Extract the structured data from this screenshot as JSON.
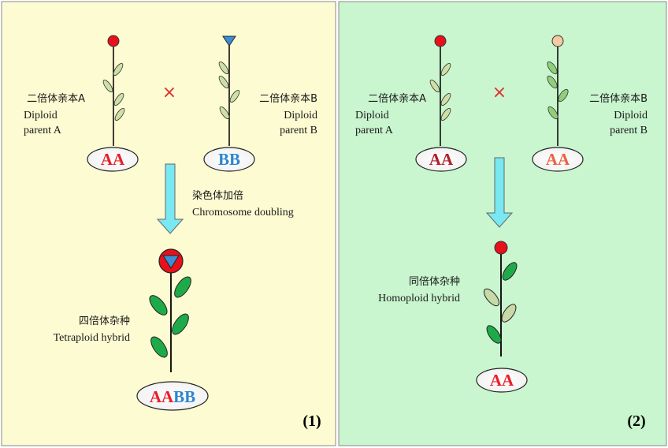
{
  "panel1": {
    "parent_a": {
      "cn": "二倍体亲本A",
      "en1": "Diploid",
      "en2": "parent A",
      "genome": "AA"
    },
    "cross_symbol": "×",
    "parent_b": {
      "cn": "二倍体亲本B",
      "en1": "Diploid",
      "en2": "parent B",
      "genome": "BB"
    },
    "process": {
      "cn": "染色体加倍",
      "en": "Chromosome doubling"
    },
    "hybrid": {
      "cn": "四倍体杂种",
      "en": "Tetraploid hybrid",
      "genome_part1": "AA",
      "genome_part2": "BB"
    },
    "number": "(1)"
  },
  "panel2": {
    "parent_a": {
      "cn": "二倍体亲本A",
      "en1": "Diploid",
      "en2": "parent A",
      "genome": "AA"
    },
    "cross_symbol": "×",
    "parent_b": {
      "cn": "二倍体亲本B",
      "en1": "Diploid",
      "en2": "parent B",
      "genome": "AA"
    },
    "hybrid": {
      "cn": "同倍体杂种",
      "en": "Homoploid hybrid",
      "genome": "AA"
    },
    "number": "(2)"
  },
  "colors": {
    "panel1_bg": "#fdfbd2",
    "panel2_bg": "#c9f5cf",
    "genome_a": "#e8202a",
    "genome_b": "#2e86d0",
    "flower_red": "#e8101a",
    "flower_blue": "#3a8fd6",
    "flower_peach": "#f5caa0",
    "leaf_pale": "#cfe0a6",
    "leaf_green": "#1faa4a",
    "arrow": "#78e8f2"
  }
}
